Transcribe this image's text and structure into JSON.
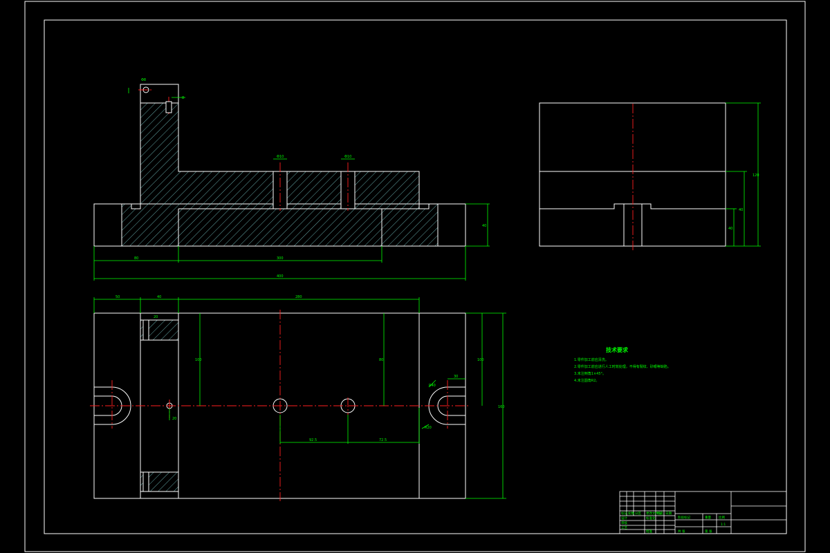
{
  "front_view": {
    "dimensions": {
      "top_hole_dia": "Φ8",
      "slot_width": "8",
      "slot1": "Φ10",
      "slot2": "Φ10",
      "height": "40",
      "left_seg": "80",
      "mid_seg": "300",
      "total": "400"
    }
  },
  "top_view": {
    "dimensions": {
      "d_a": "50",
      "d_b": "40",
      "d_c": "280",
      "cb_size": "20",
      "h_left": "100",
      "h_mid": "80",
      "h_right": "100",
      "total_height": "160",
      "small_hole": "20",
      "spacing_1": "92.5",
      "spacing_2": "72.5",
      "r_outer": "R40",
      "r_inner": "R20",
      "w_30": "30"
    }
  },
  "side_view": {
    "dimensions": {
      "total_height": "120",
      "upper_height": "40",
      "lower_height": "40"
    }
  },
  "technical_requirements": {
    "title": "技术要求",
    "lines": [
      "1.零件加工前应清洗。",
      "2.零件加工前应进行人工时效处理，不得有裂纹、砂眼等缺陷。",
      "3.未注倒角1×45°。",
      "4.未注圆角R2。"
    ]
  },
  "title_block": {
    "cells": [
      "标记",
      "处数",
      "分区",
      "更改文件号",
      "签名",
      "日期",
      "设计",
      "标准化",
      "审核",
      "工艺",
      "批准",
      "阶段标记",
      "重量",
      "比例",
      "共 张",
      "第 张",
      "1:1"
    ]
  }
}
